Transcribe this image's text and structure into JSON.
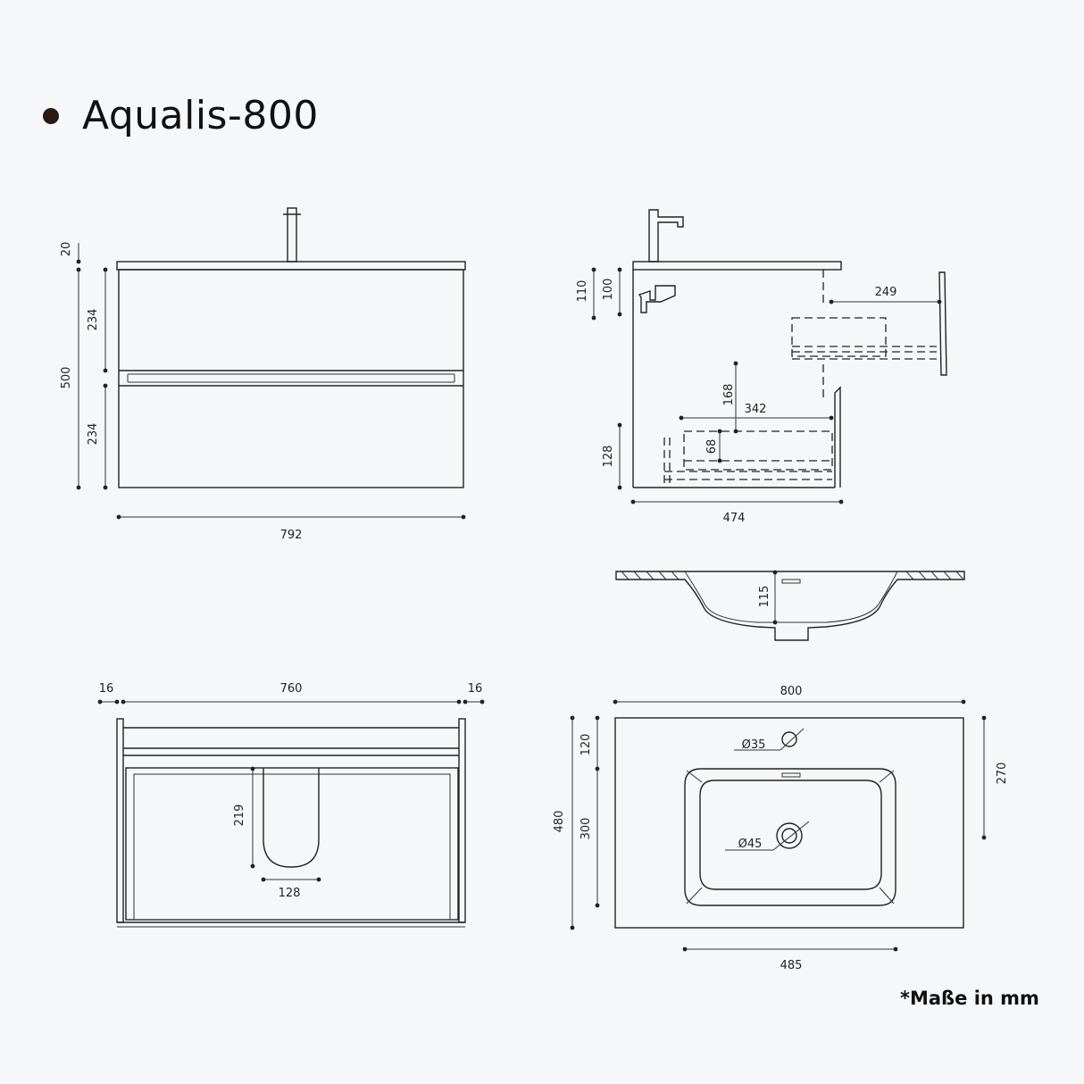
{
  "title": "Aqualis-800",
  "note": "*Maße in mm",
  "front": {
    "top_thickness": "20",
    "height": "500",
    "drawer_top": "234",
    "drawer_bottom": "234",
    "width": "792"
  },
  "side": {
    "depth": "474",
    "top_110": "110",
    "top_100": "100",
    "upper_drawer_depth": "249",
    "lower_drawer_depth": "342",
    "inner_height": "168",
    "lower_inner": "68",
    "bottom": "128"
  },
  "basin_section": {
    "depth": "115"
  },
  "top_view": {
    "left": "16",
    "inner": "760",
    "right": "16",
    "cutout_depth": "219",
    "cutout_width": "128"
  },
  "basin_top": {
    "width": "800",
    "depth": "480",
    "front_offset": "120",
    "bowl_length": "300",
    "bowl_depth": "270",
    "bowl_width": "485",
    "tap_hole": "Ø35",
    "drain_hole": "Ø45"
  }
}
